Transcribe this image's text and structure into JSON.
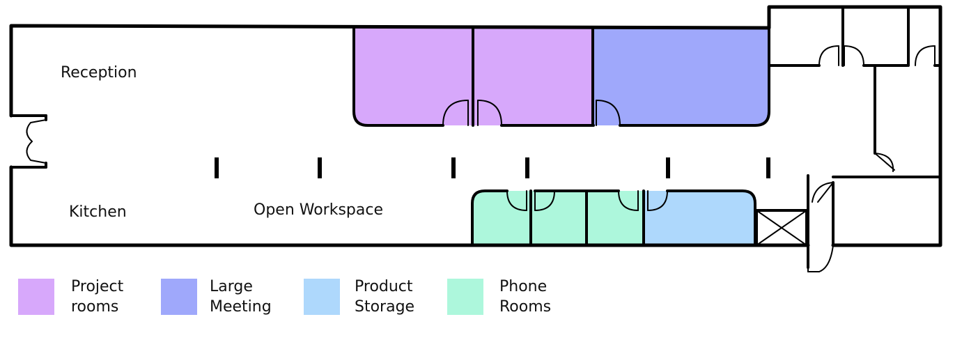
{
  "colors": {
    "project_rooms": "#d7a8fb",
    "large_meeting": "#9fa8fb",
    "product_storage": "#aed8fc",
    "phone_rooms": "#adf7dc",
    "wall": "#000000"
  },
  "rooms": {
    "reception": "Reception",
    "kitchen": "Kitchen",
    "open_workspace": "Open Workspace"
  },
  "legend": [
    {
      "line1": "Project",
      "line2": "rooms",
      "color": "#d7a8fb"
    },
    {
      "line1": "Large",
      "line2": "Meeting",
      "color": "#9fa8fb"
    },
    {
      "line1": "Product",
      "line2": "Storage",
      "color": "#aed8fc"
    },
    {
      "line1": "Phone",
      "line2": "Rooms",
      "color": "#adf7dc"
    }
  ]
}
